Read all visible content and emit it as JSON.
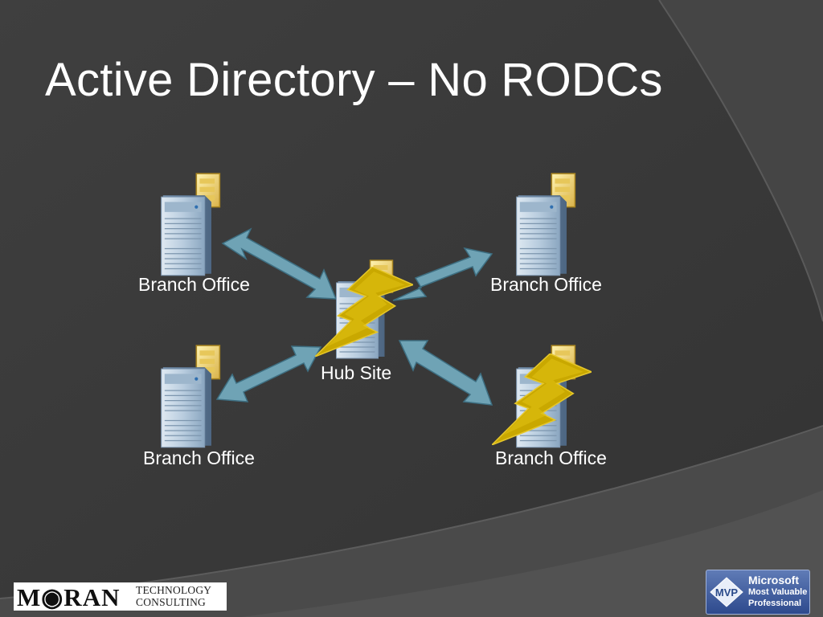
{
  "slide": {
    "title": "Active Directory – No RODCs"
  },
  "nodes": {
    "branch_top_left": {
      "label": "Branch Office"
    },
    "branch_top_right": {
      "label": "Branch Office"
    },
    "branch_bottom_left": {
      "label": "Branch Office"
    },
    "branch_bottom_right": {
      "label": "Branch Office"
    },
    "hub": {
      "label": "Hub Site"
    }
  },
  "logos": {
    "moran": {
      "word": "M◉RAN",
      "line1": "TECHNOLOGY",
      "line2": "CONSULTING"
    },
    "mvp": {
      "badge": "MVP",
      "line1": "Microsoft",
      "line2": "Most Valuable",
      "line3": "Professional"
    }
  },
  "colors": {
    "background": "#3c3c3c",
    "arrow": "#6fa3b5",
    "lightning": "#c9a800",
    "title": "#ffffff"
  }
}
